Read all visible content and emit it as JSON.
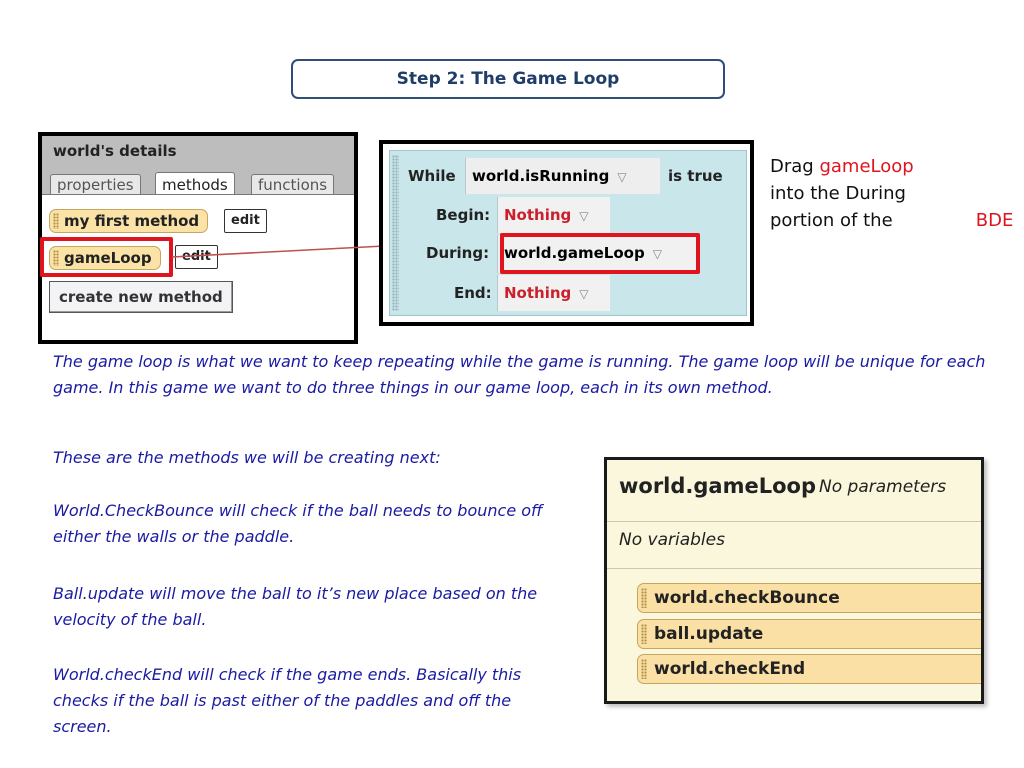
{
  "title": "Step 2: The Game Loop",
  "details_panel": {
    "title": "world's details",
    "tabs": [
      "properties",
      "methods",
      "functions"
    ],
    "methods": [
      {
        "name": "my first method",
        "edit_label": "edit"
      },
      {
        "name": "gameLoop",
        "edit_label": "edit"
      }
    ],
    "create_button": "create new method"
  },
  "while_block": {
    "while_label": "While",
    "condition": "world.isRunning",
    "is_true": "is true",
    "begin_label": "Begin:",
    "begin_value": "Nothing",
    "during_label": "During:",
    "during_value": "world.gameLoop",
    "end_label": "End:",
    "end_value": "Nothing"
  },
  "instruction": {
    "prefix": "Drag",
    "method": "gameLoop",
    "middle": "into the During portion of the",
    "abbr": "BDE"
  },
  "paragraph1": "The game loop is what we want to keep repeating while the game is running. The game loop will be unique for each game. In this game we want to do three things in our game loop, each in its own method.",
  "paragraph2": "These are the methods we will be creating next:",
  "paragraph3": "World.CheckBounce will check if the ball needs to bounce off either the walls or the paddle.",
  "paragraph4": "Ball.update will move the ball to it’s new place based on the velocity of the ball.",
  "paragraph5": "World.checkEnd will check if the game ends. Basically this checks if the ball is past either of the paddles and off the screen.",
  "method_panel": {
    "name": "world.gameLoop",
    "params": "No parameters",
    "variables": "No variables",
    "statements": [
      "world.checkBounce",
      "ball.update",
      "world.checkEnd"
    ]
  },
  "colors": {
    "highlight": "#e0141e",
    "body_text": "#1a1aa3",
    "method_tile": "#fbe3a7",
    "while_block": "#c9e6ea"
  }
}
